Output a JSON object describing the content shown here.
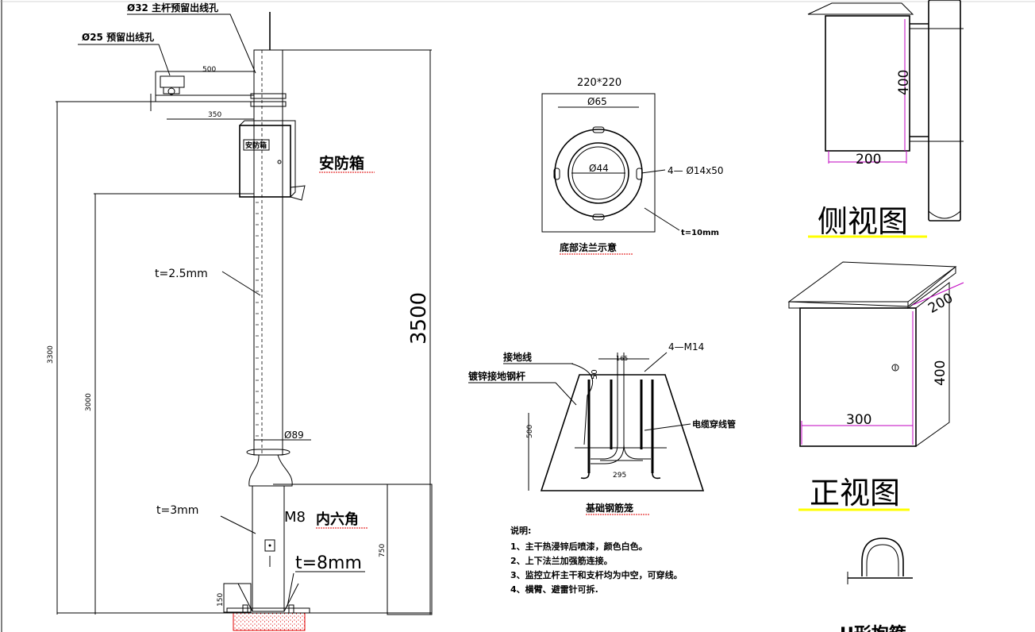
{
  "pole_elevation": {
    "label_hole_32": "Ø32 主杆预留出线孔",
    "label_hole_25": "Ø25 预留出线孔",
    "dim_arm_500": "500",
    "dim_arm_350": "350",
    "box_label": "安防箱",
    "box_plate_text": "安防箱",
    "thickness_upper": "t=2.5mm",
    "dim_total_3500": "3500",
    "dim_3300": "3300",
    "dim_3000": "3000",
    "dia_89": "Ø89",
    "thickness_lower": "t=3mm",
    "bolt_m8": "M8",
    "hex_label": "内六角",
    "thickness_base": "t=8mm",
    "dim_750": "750",
    "dim_150": "150"
  },
  "flange": {
    "size": "220*220",
    "dia_65": "Ø65",
    "dia_44": "Ø44",
    "holes": "4— Ø14x50",
    "thickness": "t=10mm",
    "caption": "底部法兰示意"
  },
  "foundation": {
    "ground_wire": "接地线",
    "ground_rod": "镀锌接地钢杆",
    "bolts": "4—M14",
    "dim_165": "165",
    "dim_50": "50",
    "dim_500": "500",
    "conduit": "电缆穿线管",
    "dim_295": "295",
    "caption": "基础钢筋笼"
  },
  "notes": {
    "title": "说明:",
    "items": [
      "1、主干热浸锌后喷漆，颜色白色。",
      "2、上下法兰加强筋连接。",
      "3、监控立杆主干和支杆均为中空，可穿线。",
      "4、横臂、避雷针可拆."
    ]
  },
  "side_view": {
    "dim_height": "400",
    "dim_width": "200",
    "caption": "侧视图"
  },
  "front_view": {
    "dim_depth": "200",
    "dim_height": "400",
    "dim_width": "300",
    "caption": "正视图"
  },
  "u_clamp": {
    "caption": "U形抱箍"
  },
  "colors": {
    "highlight_yellow": "#ffff00",
    "dimension_magenta": "#c000c0",
    "base_red": "#e00000"
  }
}
